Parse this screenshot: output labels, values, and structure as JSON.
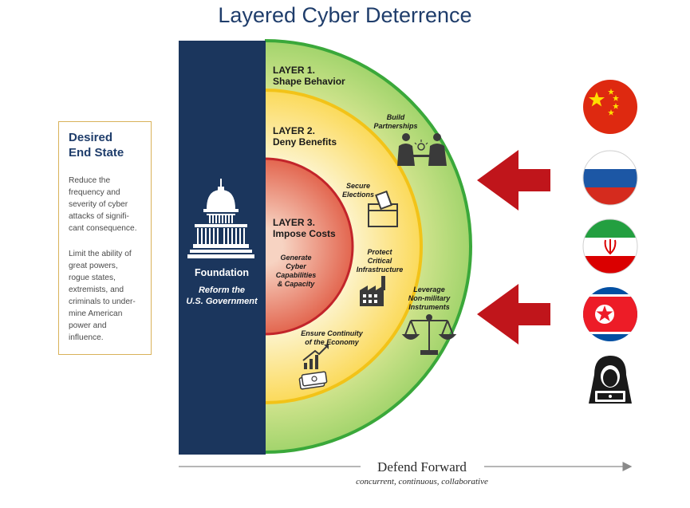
{
  "title": "Layered Cyber Deterrence",
  "desired_end_state": {
    "heading": "Desired\nEnd State",
    "paragraph1": [
      "Reduce the",
      "frequency and",
      "severity of cyber",
      "attacks of signifi-",
      "cant consequence."
    ],
    "paragraph2": [
      "Limit the ability of",
      "great powers,",
      "rogue states,",
      "extremists, and",
      "criminals to under-",
      "mine American",
      "power and",
      "influence."
    ]
  },
  "foundation": {
    "label": "Foundation",
    "sublabel1": "Reform the",
    "sublabel2": "U.S. Government"
  },
  "layers": [
    {
      "line1": "LAYER 1.",
      "line2": "Shape Behavior"
    },
    {
      "line1": "LAYER 2.",
      "line2": "Deny Benefits"
    },
    {
      "line1": "LAYER 3.",
      "line2": "Impose Costs"
    }
  ],
  "items": {
    "build_partnerships": [
      "Build",
      "Partnerships"
    ],
    "secure_elections": [
      "Secure",
      "Elections"
    ],
    "generate_cyber": [
      "Generate",
      "Cyber",
      "Capabilities",
      "& Capacity"
    ],
    "protect_infra": [
      "Protect",
      "Critical",
      "Infrastructure"
    ],
    "leverage": [
      "Leverage",
      "Non-military",
      "Instruments"
    ],
    "continuity": [
      "Ensure Continuity",
      "of the Economy"
    ]
  },
  "threats": [
    "china-flag-icon",
    "russia-flag-icon",
    "iran-flag-icon",
    "north-korea-flag-icon",
    "hacker-icon"
  ],
  "defend_forward": {
    "label": "Defend Forward",
    "sublabel": "concurrent, continuous, collaborative"
  },
  "colors": {
    "navy": "#1b365d",
    "green": "#3aa83a",
    "yellow": "#f2c318",
    "red": "#c2242a",
    "arrow": "#c0151b",
    "gold_border": "#d9b25a"
  }
}
